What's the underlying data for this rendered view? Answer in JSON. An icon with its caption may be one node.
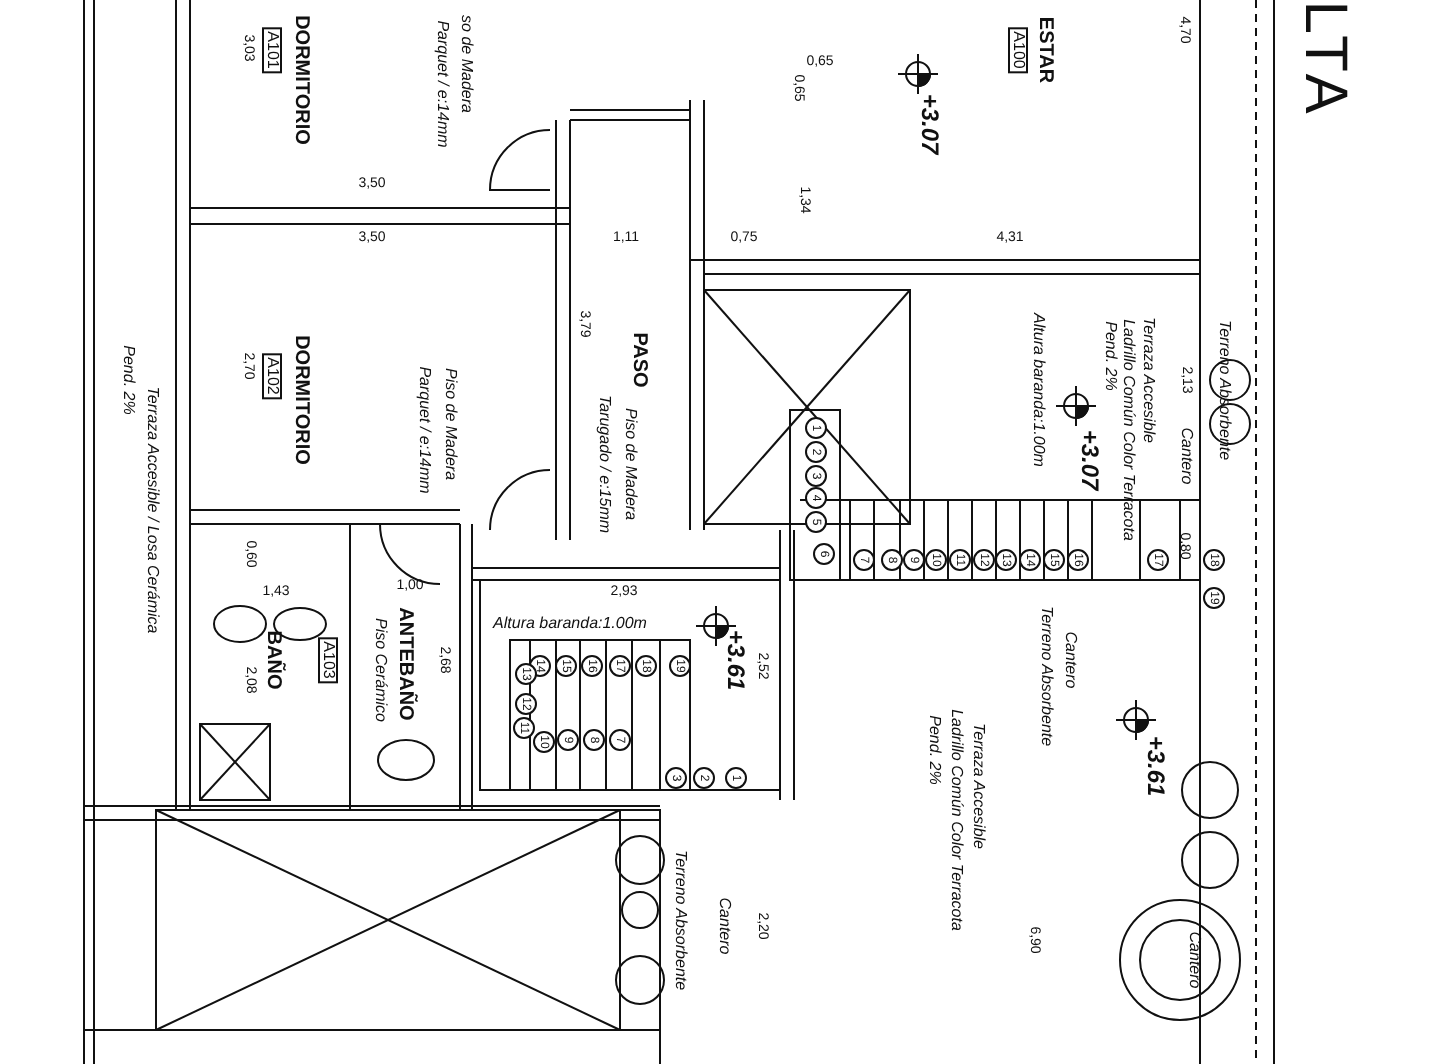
{
  "diagram": {
    "labels": [
      "LTA",
      "DORMITORIO",
      "A101",
      "3,03",
      "so de Madera",
      "Parquet / e:14mm",
      "0,65",
      "0,65",
      "ESTAR",
      "A100",
      "+3.07",
      "4,70",
      "3,50",
      "1,34",
      "3,50",
      "1,11",
      "0,75",
      "4,31",
      "DORMITORIO",
      "A102",
      "2,70",
      "Piso de Madera",
      "Parquet / e:14mm",
      "3,79",
      "PASO",
      "Piso de Madera",
      "Tarugado / e:15mm",
      "Terraza Accesible",
      "Ladrillo Común Color Terracota",
      "Pend. 2%",
      "Altura baranda:1.00m",
      "+3.07",
      "Terreno Absorbente",
      "2,13",
      "Cantero",
      "Terraza Accesible / Losa Cerámica",
      "Pend. 2%",
      "0,60",
      "1",
      "2",
      "3",
      "4",
      "5",
      "6",
      "7",
      "8",
      "9",
      "10",
      "11",
      "12",
      "13",
      "14",
      "15",
      "16",
      "17",
      "18",
      "19",
      "1,43",
      "1,00",
      "2,93",
      "0,80",
      "Altura baranda:1.00m",
      "ANTEBAÑO",
      "Piso Cerámico",
      "A103",
      "BAÑO",
      "2,08",
      "2,68",
      "+3.61",
      "2,52",
      "Cantero",
      "Terreno Absorbente",
      "19",
      "18",
      "17",
      "16",
      "15",
      "14",
      "13",
      "12",
      "11",
      "10",
      "9",
      "8",
      "7",
      "3",
      "2",
      "1",
      "Terraza Accesible",
      "Ladrillo Común Color Terracota",
      "Pend. 2%",
      "+3.61",
      "Cantero",
      "2,20",
      "Terreno Absorbente",
      "6,90",
      "Cantero"
    ]
  }
}
